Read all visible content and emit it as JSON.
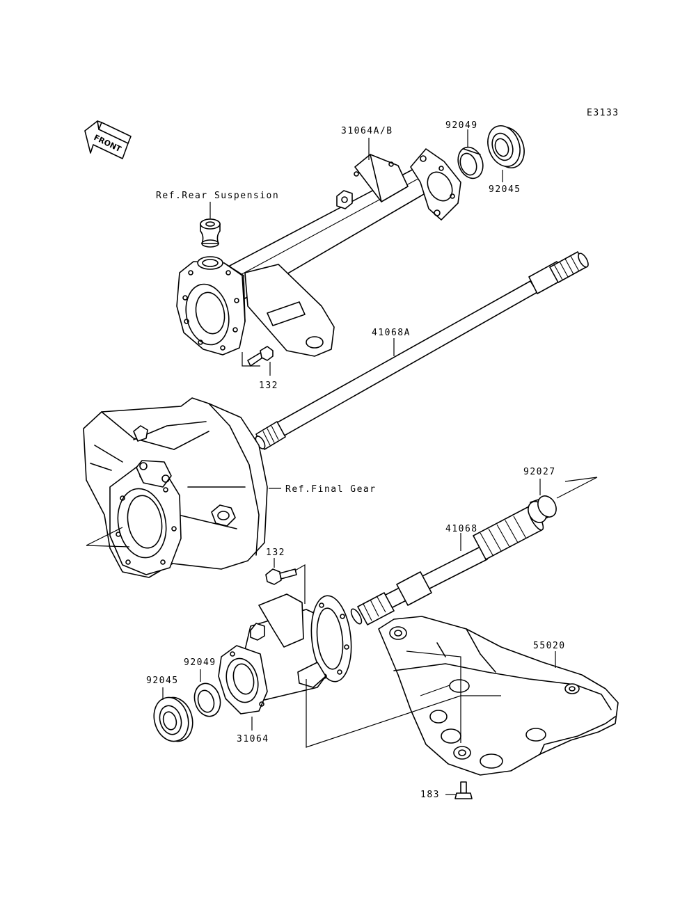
{
  "diagram_code": "E3133",
  "front_label": "FRONT",
  "labels": {
    "p31064ab": "31064A/B",
    "p92049_top": "92049",
    "p92045_top": "92045",
    "ref_rear_suspension": "Ref.Rear Suspension",
    "p132_top": "132",
    "p41068a": "41068A",
    "ref_final_gear": "Ref.Final Gear",
    "p92027": "92027",
    "p41068": "41068",
    "p132_bottom": "132",
    "p55020": "55020",
    "p92049_bottom": "92049",
    "p92045_bottom": "92045",
    "p31064": "31064",
    "p183": "183"
  }
}
